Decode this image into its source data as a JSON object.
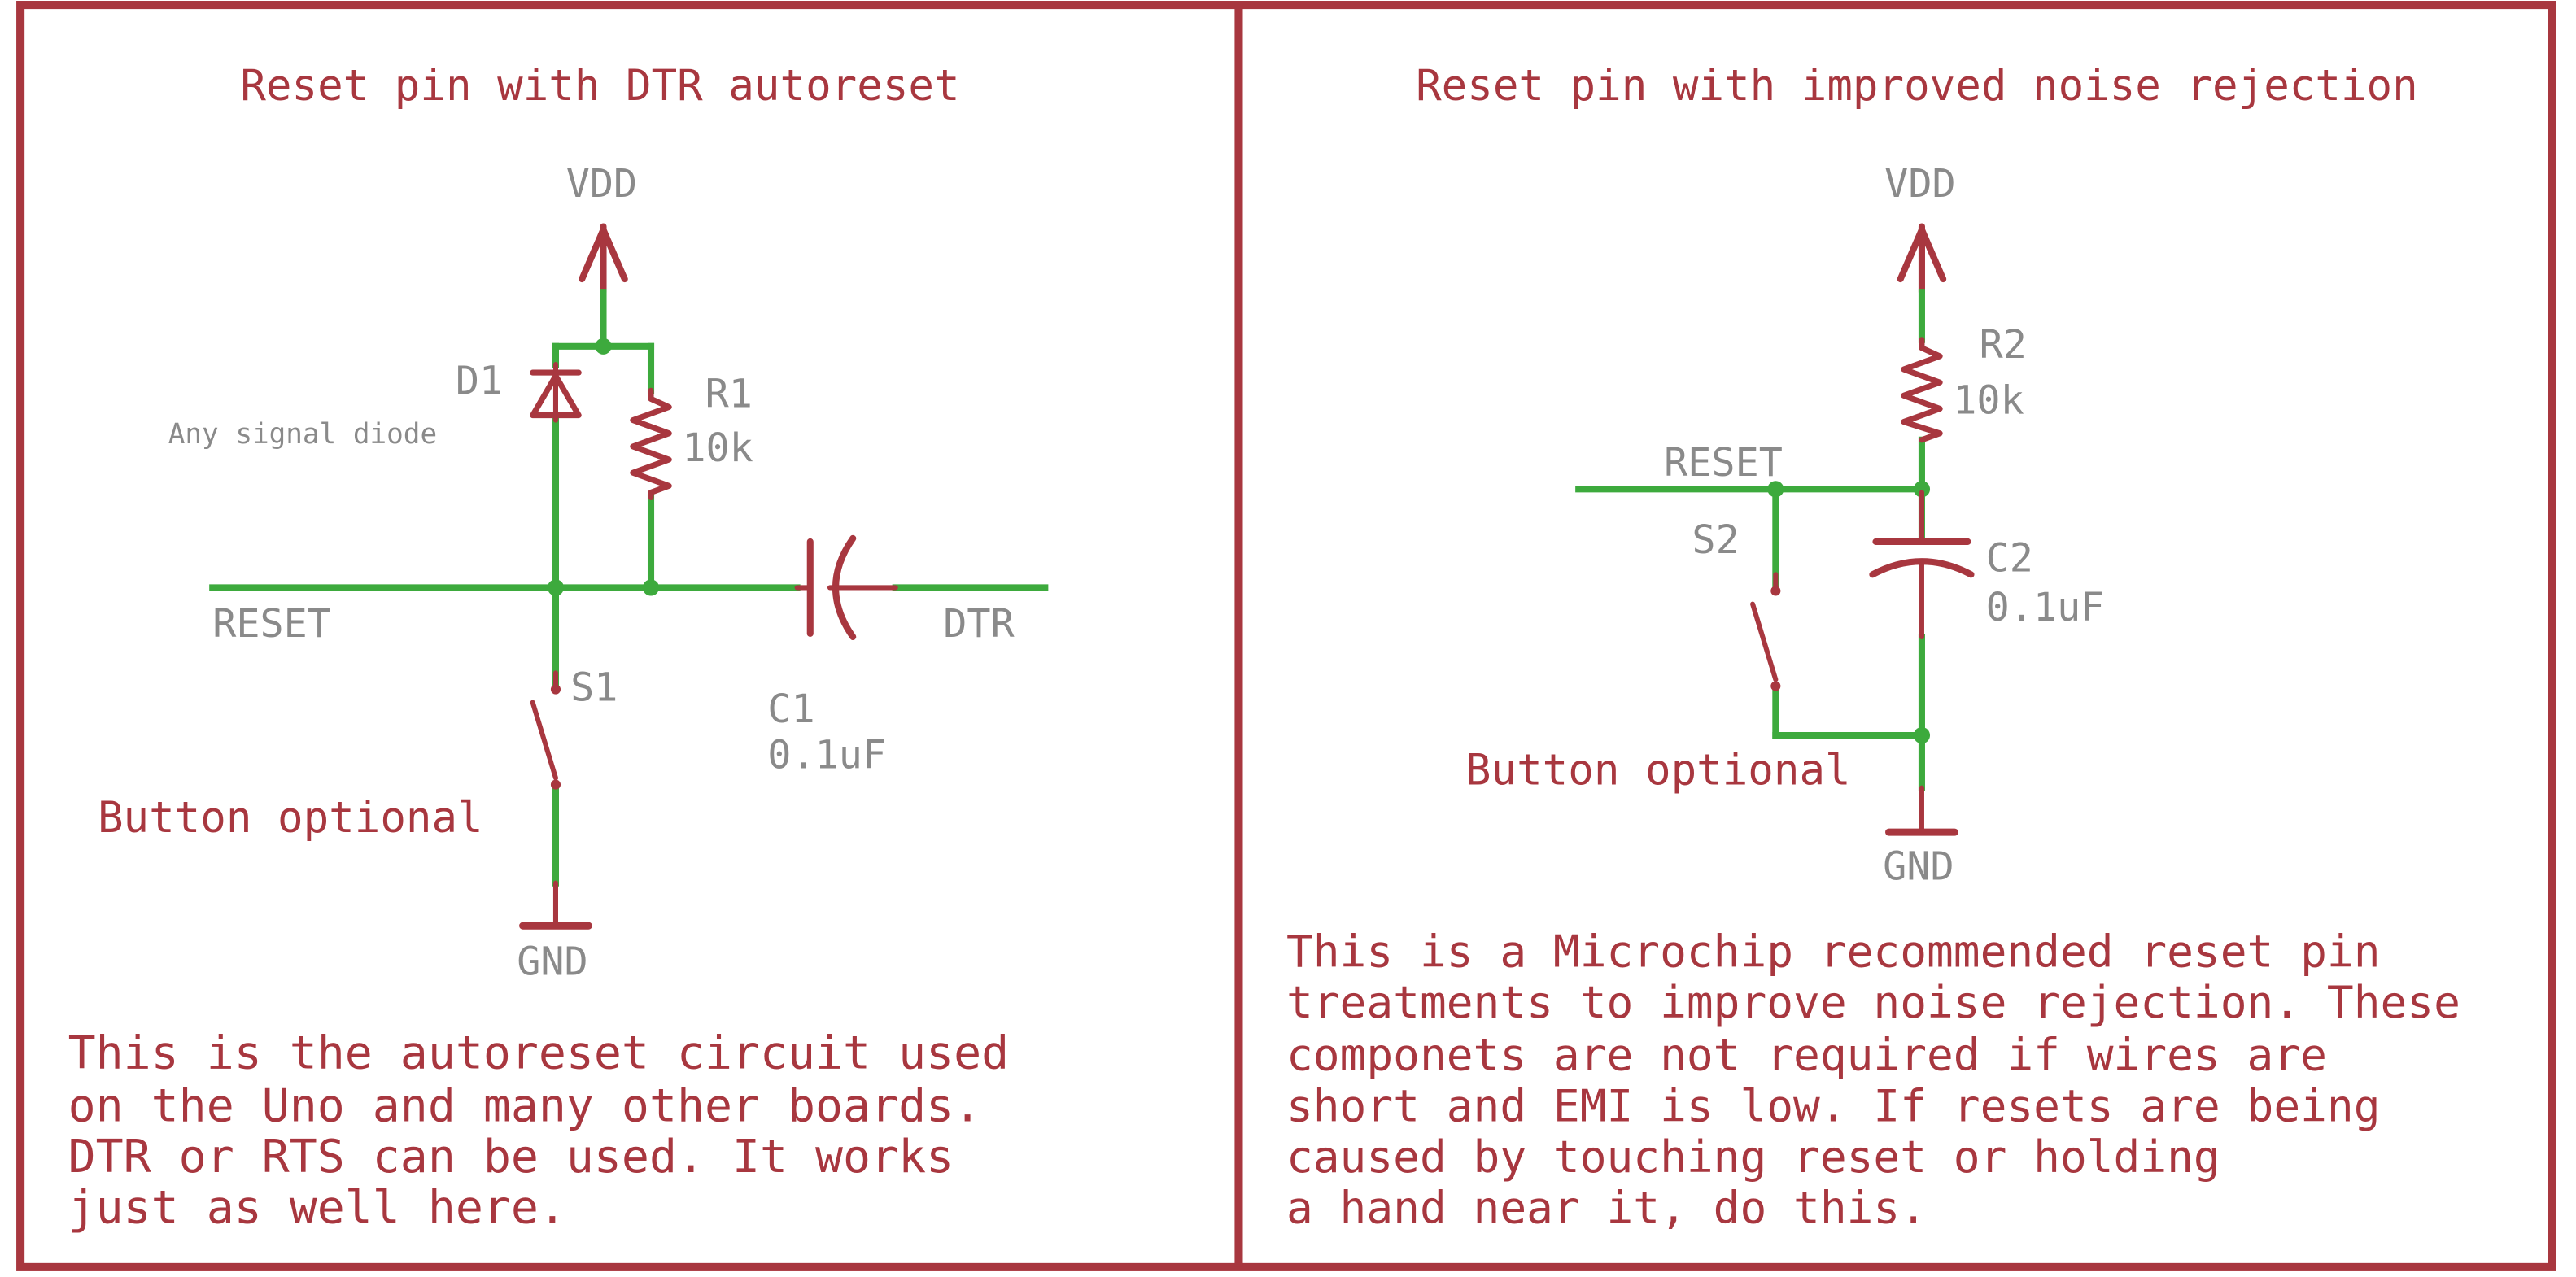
{
  "colors": {
    "frame": "#a8373f",
    "wire": "#3daa3d",
    "label": "#8a8a8a",
    "note": "#a8373f"
  },
  "left": {
    "title": "Reset pin with DTR autoreset",
    "vdd": "VDD",
    "gnd": "GND",
    "d1": "D1",
    "d1_note": "Any signal diode",
    "r1": "R1",
    "r1_value": "10k",
    "reset": "RESET",
    "dtr": "DTR",
    "s1": "S1",
    "c1": "C1",
    "c1_value": "0.1uF",
    "button": "Button optional",
    "notes": [
      "This is the autoreset circuit used",
      "on the Uno and many other boards.",
      "DTR or RTS can be used. It works",
      "just as well here."
    ]
  },
  "right": {
    "title": "Reset pin with improved noise rejection",
    "vdd": "VDD",
    "gnd": "GND",
    "r2": "R2",
    "r2_value": "10k",
    "reset": "RESET",
    "s2": "S2",
    "c2": "C2",
    "c2_value": "0.1uF",
    "button": "Button optional",
    "notes": [
      "This is a Microchip recommended reset pin",
      "treatments to improve noise rejection. These",
      "componets are not required if wires are",
      "short and EMI is low. If resets are being",
      "caused by touching reset or holding",
      "a hand near it, do this."
    ]
  }
}
